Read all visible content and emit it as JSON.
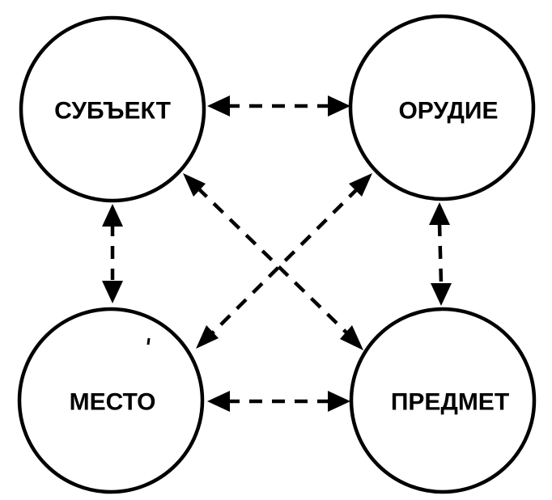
{
  "diagram": {
    "nodes": {
      "subject": {
        "label": "СУБЪЕКТ"
      },
      "instrument": {
        "label": "ОРУДИЕ"
      },
      "place": {
        "label": "МЕСТО"
      },
      "object": {
        "label": "ПРЕДМЕТ"
      }
    },
    "edges": [
      {
        "from": "subject",
        "to": "instrument",
        "bidirectional": true,
        "style": "dashed"
      },
      {
        "from": "place",
        "to": "object",
        "bidirectional": true,
        "style": "dashed"
      },
      {
        "from": "subject",
        "to": "place",
        "bidirectional": true,
        "style": "dashed"
      },
      {
        "from": "instrument",
        "to": "object",
        "bidirectional": true,
        "style": "dashed"
      },
      {
        "from": "subject",
        "to": "object",
        "bidirectional": true,
        "style": "dashed"
      },
      {
        "from": "instrument",
        "to": "place",
        "bidirectional": true,
        "style": "dashed"
      }
    ],
    "colors": {
      "stroke": "#000000",
      "background": "#ffffff"
    }
  }
}
